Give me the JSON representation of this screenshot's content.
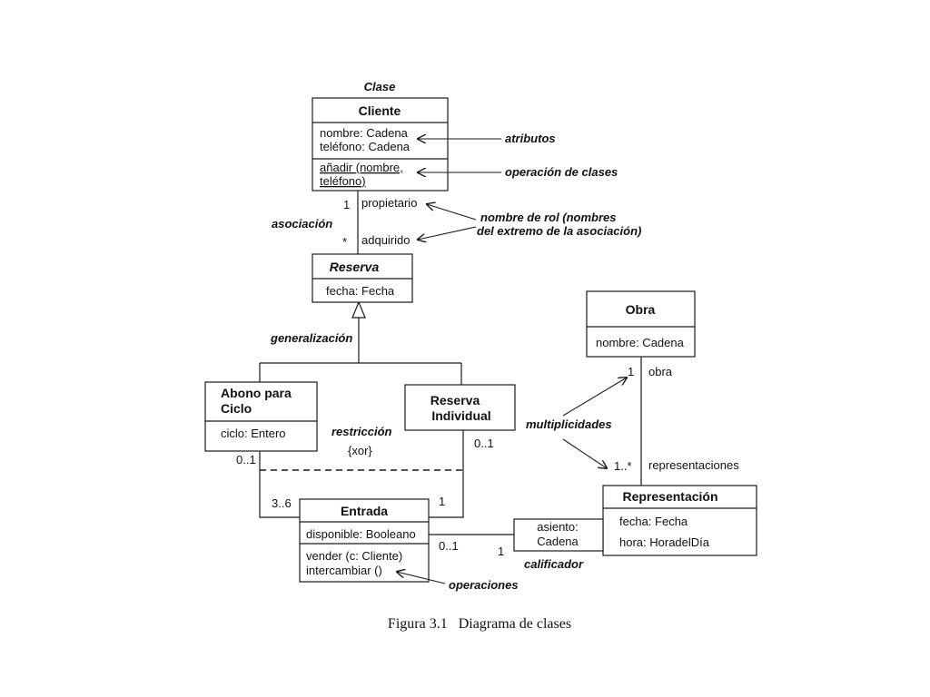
{
  "classes": {
    "cliente": {
      "name": "Cliente",
      "attributes": [
        "nombre: Cadena",
        "teléfono: Cadena"
      ],
      "operations": [
        "añadir (nombre,",
        "teléfono)"
      ]
    },
    "reserva": {
      "name": "Reserva",
      "attributes": [
        "fecha: Fecha"
      ]
    },
    "abono": {
      "name_lines": [
        "Abono para",
        "Ciclo"
      ],
      "attributes": [
        "ciclo: Entero"
      ]
    },
    "individual": {
      "name_lines": [
        "Reserva",
        "Individual"
      ]
    },
    "entrada": {
      "name": "Entrada",
      "attributes": [
        "disponible: Booleano"
      ],
      "operations": [
        "vender (c: Cliente)",
        "intercambiar ()"
      ]
    },
    "obra": {
      "name": "Obra",
      "attributes": [
        "nombre: Cadena"
      ]
    },
    "representacion": {
      "name": "Representación",
      "attributes": [
        "fecha: Fecha",
        "hora: HoradelDía"
      ]
    }
  },
  "qualifier": [
    "asiento:",
    "Cadena"
  ],
  "roles": {
    "propietario": "propietario",
    "adquirido": "adquirido",
    "obra": "obra",
    "representaciones": "representaciones"
  },
  "multiplicities": {
    "cliente_one": "1",
    "reserva_many": "*",
    "abono_0_1": "0..1",
    "entrada_3_6": "3..6",
    "individual_0_1": "0..1",
    "entrada_1": "1",
    "obra_1": "1",
    "repr_1_many": "1..*",
    "entrada_0_1": "0..1",
    "qual_1": "1"
  },
  "constraint": "{xor}",
  "annotations": {
    "clase": "Clase",
    "atributos": "atributos",
    "operacion_clases": "operación de clases",
    "asociacion": "asociación",
    "nombre_rol_1": "nombre de rol (nombres",
    "nombre_rol_2": "del extremo de la asociación)",
    "generalizacion": "generalización",
    "restriccion": "restricción",
    "multiplicidades": "multiplicidades",
    "calificador": "calificador",
    "operaciones": "operaciones"
  },
  "caption": "Figura 3.1   Diagrama de clases"
}
